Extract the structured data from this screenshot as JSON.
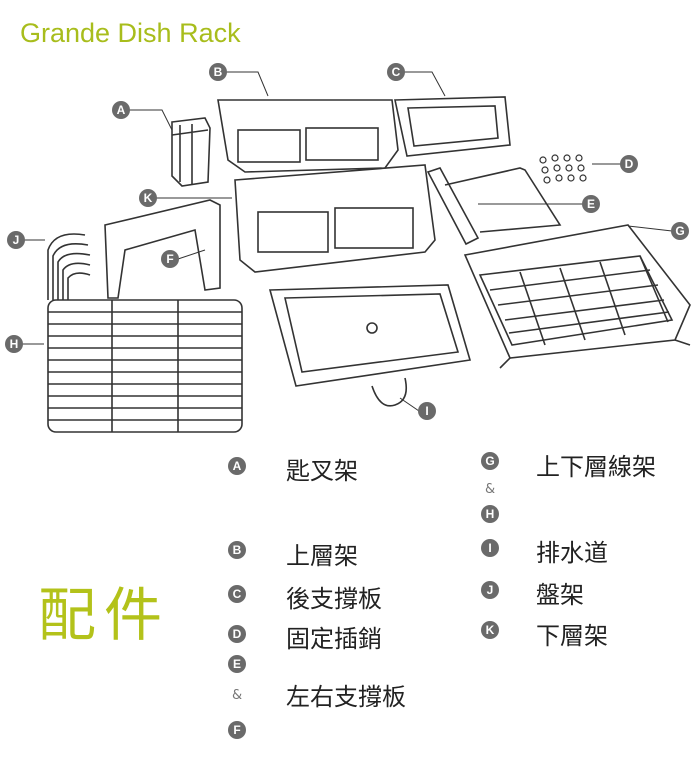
{
  "title": "Grande Dish Rack",
  "section_heading": "配件",
  "callouts": [
    "A",
    "B",
    "C",
    "D",
    "E",
    "F",
    "G",
    "H",
    "I",
    "J",
    "K"
  ],
  "legend": {
    "left": [
      {
        "keys": [
          "A"
        ],
        "text": "匙叉架"
      },
      {
        "keys": [
          "B"
        ],
        "text": "上層架"
      },
      {
        "keys": [
          "C"
        ],
        "text": "後支撐板"
      },
      {
        "keys": [
          "D"
        ],
        "text": "固定插銷"
      },
      {
        "keys": [
          "E",
          "F"
        ],
        "text": "左右支撐板"
      }
    ],
    "right": [
      {
        "keys": [
          "G",
          "H"
        ],
        "text": "上下層線架"
      },
      {
        "keys": [
          "I"
        ],
        "text": "排水道"
      },
      {
        "keys": [
          "J"
        ],
        "text": "盤架"
      },
      {
        "keys": [
          "K"
        ],
        "text": "下層架"
      }
    ],
    "amp": "&"
  },
  "colors": {
    "accent": "#b3c21a",
    "badge": "#6a6a6a",
    "line": "#333333"
  }
}
